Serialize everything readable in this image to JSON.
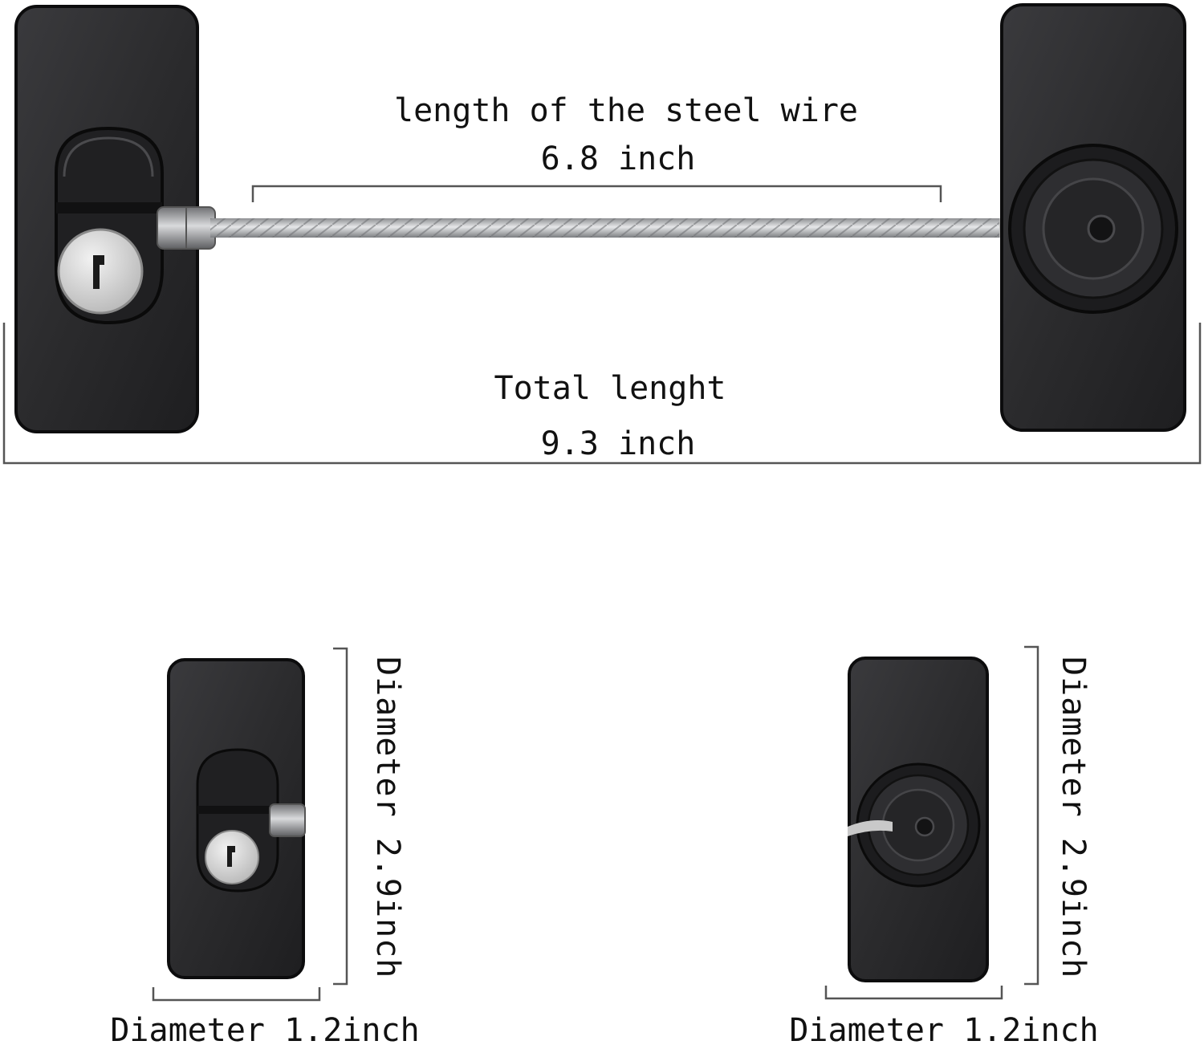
{
  "diagram": {
    "wire_length_label": "length of the steel wire",
    "wire_length_value": "6.8 inch",
    "total_length_label": "Total lenght",
    "total_length_value": "9.3 inch",
    "left_height_label": "Diameter 2.9inch",
    "right_height_label": "Diameter 2.9inch",
    "left_width_label": "Diameter 1.2inch",
    "right_width_label": "Diameter 1.2inch"
  },
  "colors": {
    "plate": "#2b2b2d",
    "plate_edge": "#0c0c0d",
    "cable": "#b9bbbe",
    "key_cylinder": "#dcdcdc",
    "dimension_line": "#555555",
    "text": "#111111"
  }
}
